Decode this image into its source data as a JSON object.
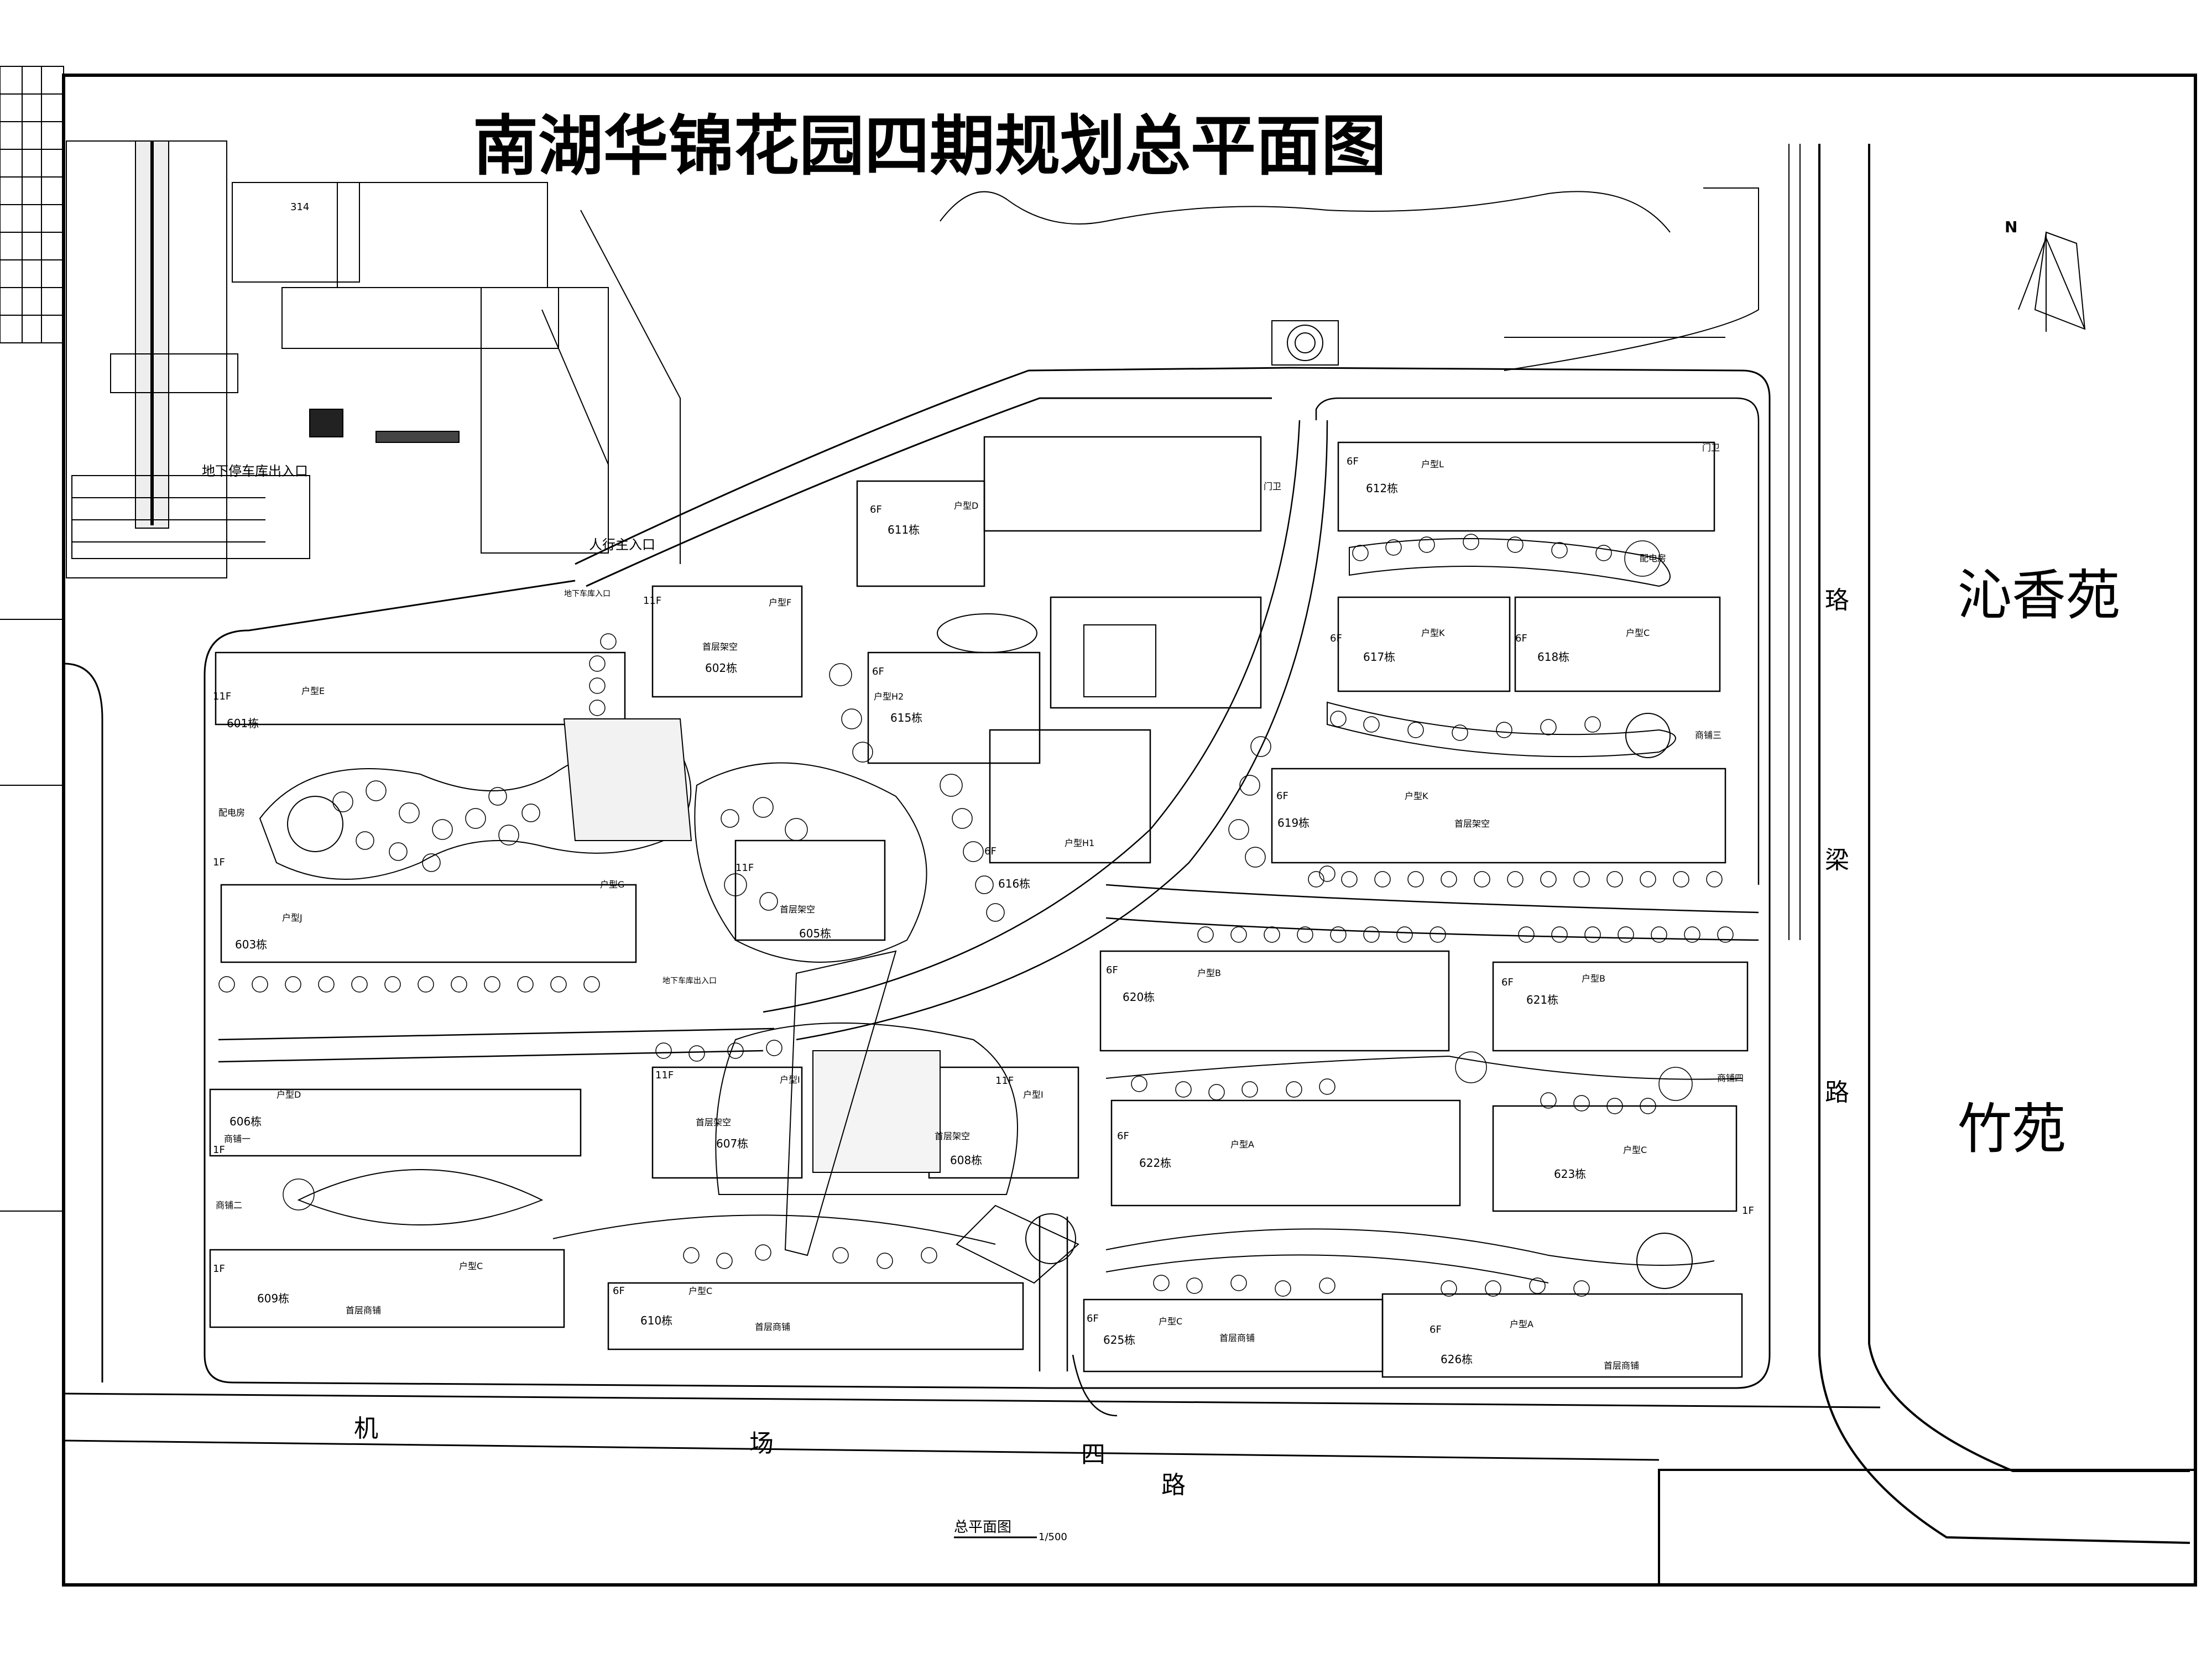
{
  "title": "南湖华锦花园四期规划总平面图",
  "drawing_caption": "总平面图",
  "scale": "1/500",
  "north_label": "N",
  "roads": {
    "east_chars": [
      "珞",
      "梁",
      "路"
    ],
    "south_chars": [
      "机",
      "场",
      "四",
      "路"
    ]
  },
  "neighbors": {
    "northeast": "沁香苑",
    "east": "竹苑"
  },
  "entrances": {
    "pedestrian_main": "人行主入口",
    "garage": "地下停车库出入口",
    "garage_small_1": "地下车库入口",
    "garage_small_2": "地下车库出入口"
  },
  "existing_building_number": "314",
  "buildings": [
    {
      "name": "601栋",
      "floors": "11F",
      "type": "户型E"
    },
    {
      "name": "602栋",
      "floors": "11F",
      "type": "户型F"
    },
    {
      "name": "603栋",
      "floors": "1F",
      "type": "户型J"
    },
    {
      "name": "605栋",
      "floors": "11F",
      "type": "户型G"
    },
    {
      "name": "606栋",
      "floors": "1F",
      "type": "户型D"
    },
    {
      "name": "607栋",
      "floors": "11F",
      "type": "户型I"
    },
    {
      "name": "608栋",
      "floors": "11F",
      "type": "户型I"
    },
    {
      "name": "609栋",
      "floors": "1F",
      "type": "户型C"
    },
    {
      "name": "610栋",
      "floors": "6F",
      "type": "户型C"
    },
    {
      "name": "611栋",
      "floors": "6F",
      "type": "户型D"
    },
    {
      "name": "612栋",
      "floors": "6F",
      "type": "户型L"
    },
    {
      "name": "615栋",
      "floors": "6F",
      "type": "户型H2"
    },
    {
      "name": "616栋",
      "floors": "6F",
      "type": "户型H1"
    },
    {
      "name": "617栋",
      "floors": "6F",
      "type": "户型K"
    },
    {
      "name": "618栋",
      "floors": "6F",
      "type": "户型C"
    },
    {
      "name": "619栋",
      "floors": "6F",
      "type": "户型K"
    },
    {
      "name": "620栋",
      "floors": "6F",
      "type": "户型B"
    },
    {
      "name": "621栋",
      "floors": "6F",
      "type": "户型B"
    },
    {
      "name": "622栋",
      "floors": "6F",
      "type": "户型A"
    },
    {
      "name": "623栋",
      "floors": "1F",
      "type": "户型C"
    },
    {
      "name": "625栋",
      "floors": "6F",
      "type": "户型C"
    },
    {
      "name": "626栋",
      "floors": "6F",
      "type": "户型A"
    }
  ],
  "facility_labels": {
    "pantry": "配电房",
    "void": "首层架空",
    "shop": "首层商铺",
    "gate": "门卫",
    "club1": "商铺一",
    "club2": "商铺二",
    "club3": "商铺三",
    "club4": "商铺四"
  }
}
